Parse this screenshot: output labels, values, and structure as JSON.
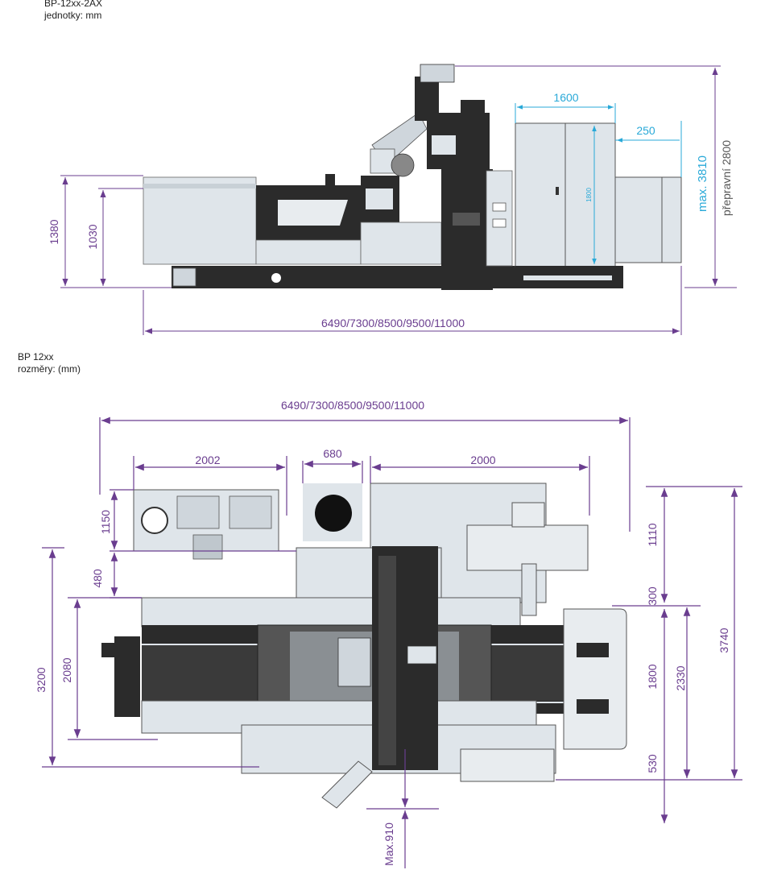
{
  "top_view": {
    "model": "BP-12xx-2AX",
    "units": "jednotky: mm",
    "dims": {
      "total_length": "6490/7300/8500/9500/11000",
      "width_cabinet": "1600",
      "offset_250": "250",
      "cabinet_height": "1800",
      "height_1380": "1380",
      "height_1030": "1030",
      "max_height": "max. 3810",
      "transport_height": "přepravní 2800"
    }
  },
  "bottom_view": {
    "model": "BP 12xx",
    "units": "rozměry: (mm)",
    "dims": {
      "total_length": "6490/7300/8500/9500/11000",
      "w2002": "2002",
      "w680": "680",
      "w2000": "2000",
      "h1150": "1150",
      "h480": "480",
      "h3200": "3200",
      "h2080": "2080",
      "h1110": "1110",
      "h300": "300",
      "h1800": "1800",
      "h2330": "2330",
      "h3740": "3740",
      "h530": "530",
      "max910": "Max.910"
    }
  },
  "colors": {
    "dim_purple": "#6a3d8f",
    "dim_cyan": "#29a9d8",
    "machine_light": "#dfe5ea",
    "machine_dark": "#2b2b2b"
  }
}
